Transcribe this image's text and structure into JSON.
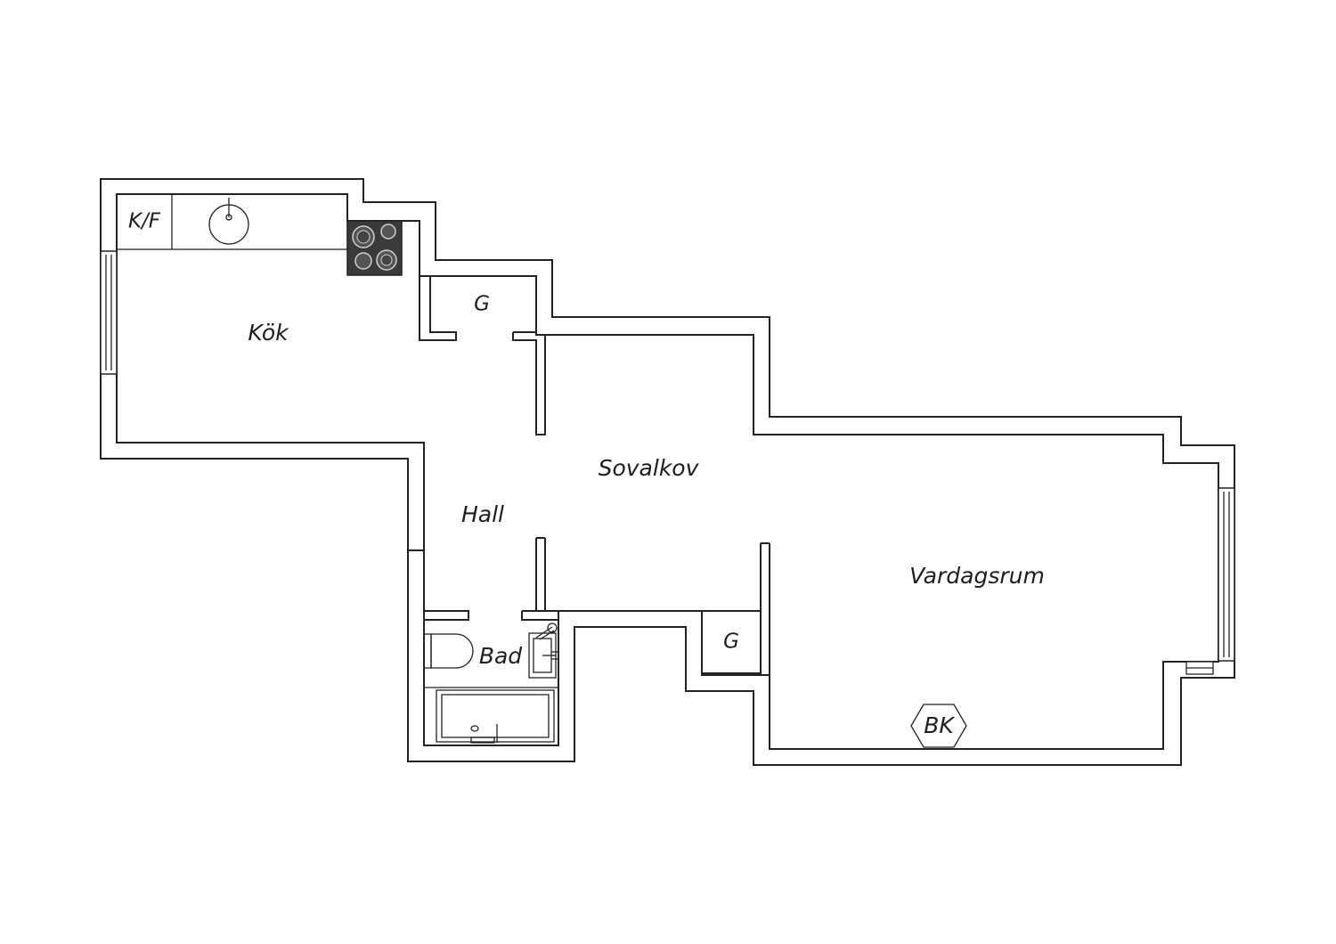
{
  "rooms": {
    "kok": "Kök",
    "hall": "Hall",
    "sovalkov": "Sovalkov",
    "vardagsrum": "Vardagsrum",
    "bad": "Bad",
    "closet_1": "G",
    "closet_2": "G",
    "fridge_freezer": "K/F",
    "fireplace": "BK"
  },
  "icons": [
    "sink-icon",
    "stove-icon",
    "toilet-icon",
    "washbasin-icon",
    "bathtub-icon",
    "window-icon",
    "fireplace-icon"
  ],
  "colors": {
    "wall": "#222222",
    "stove": "#3a3a3a",
    "background": "#ffffff"
  }
}
